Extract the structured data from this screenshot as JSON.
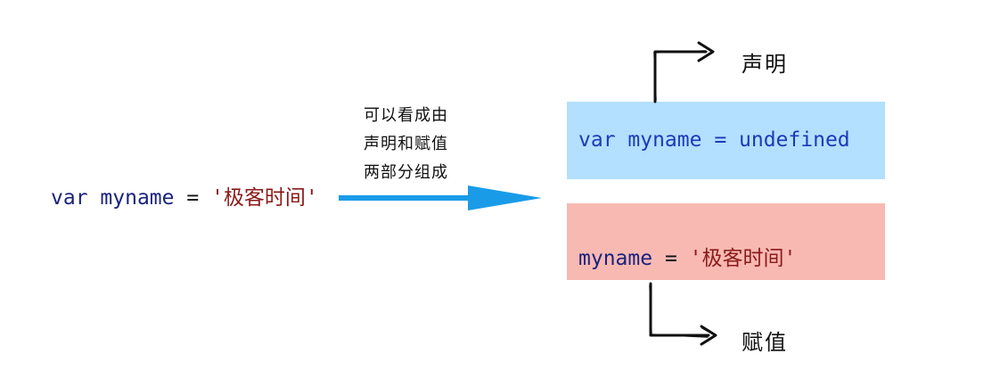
{
  "source": {
    "kw": "var",
    "name": "myname",
    "eq": "=",
    "value": "'极客时间'"
  },
  "caption": {
    "line1": "可以看成由",
    "line2": "声明和赋值",
    "line3": "两部分组成"
  },
  "declaration": {
    "code": "var myname = undefined",
    "label": "声明"
  },
  "assignment": {
    "name": "myname",
    "eq": "=",
    "value": "'极客时间'",
    "label": "赋值"
  },
  "colors": {
    "declaration_box": "#b3e0ff",
    "assignment_box": "#f8b9b3",
    "arrow": "#1a9be8",
    "string": "#8b1a1a",
    "keyword": "#1a237e"
  }
}
